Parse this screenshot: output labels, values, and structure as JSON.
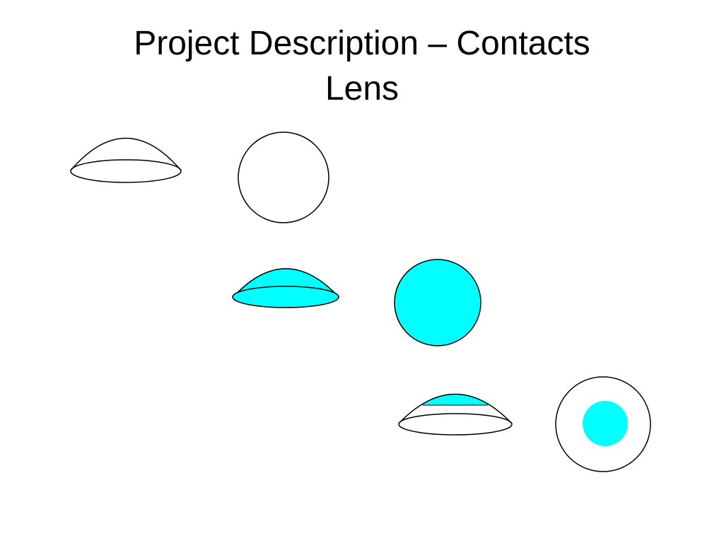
{
  "slide": {
    "title_line1": "Project Description – Contacts",
    "title_line2": "Lens"
  },
  "colors": {
    "background": "#ffffff",
    "outline": "#000000",
    "lens_fill": "#00ffff"
  },
  "lens_states": [
    {
      "name": "clear-lens",
      "fill": "none",
      "description": ""
    },
    {
      "name": "fully-tinted-lens",
      "fill": "full",
      "description": ""
    },
    {
      "name": "center-tinted-lens",
      "fill": "center",
      "description": ""
    }
  ]
}
